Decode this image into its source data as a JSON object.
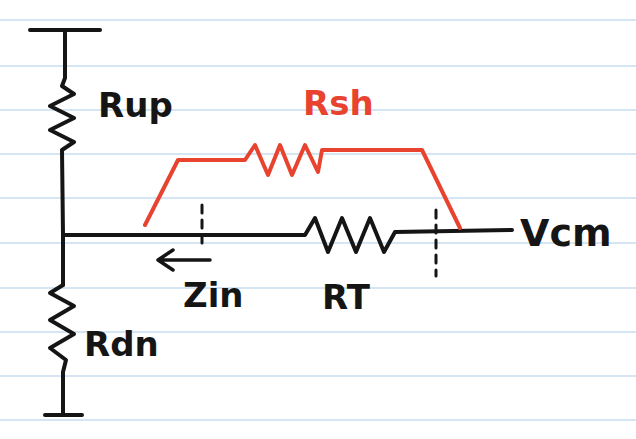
{
  "diagram": {
    "labels": [
      "Rup",
      "Rsh",
      "Zin",
      "RT",
      "Rdn",
      "Vcm"
    ]
  }
}
